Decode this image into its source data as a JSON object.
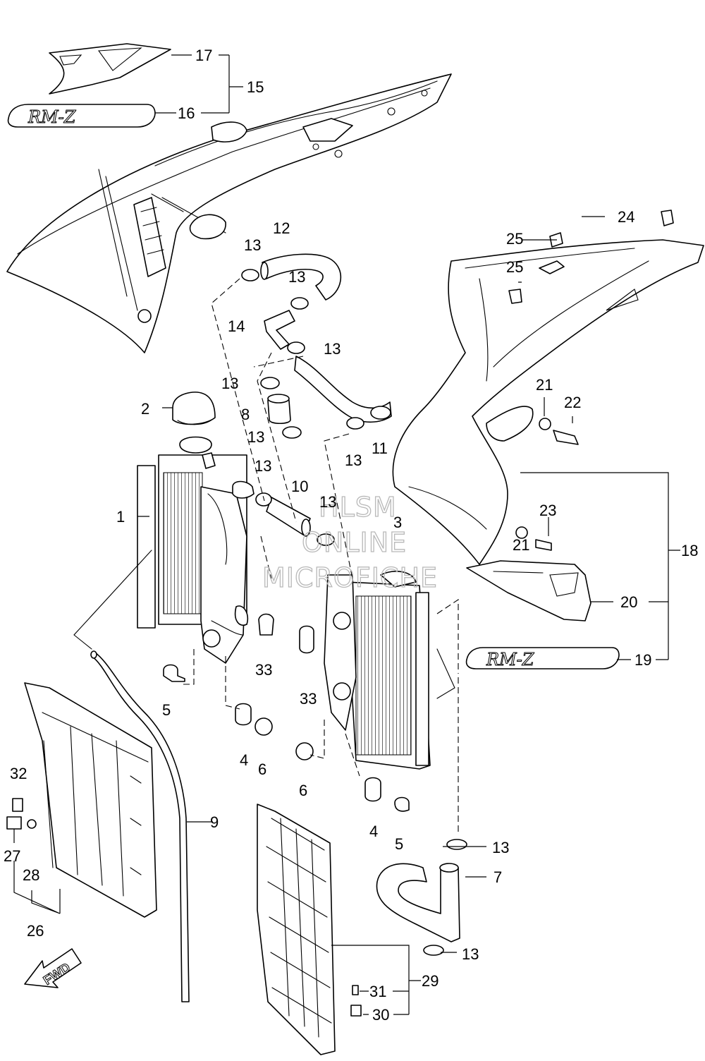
{
  "diagram": {
    "type": "exploded-parts-diagram",
    "watermark": [
      "HLSM",
      "ONLINE",
      "MICROFICHE"
    ],
    "fwd_label": "FWD",
    "badge_text": "RM-Z",
    "parts": [
      {
        "id": "p1",
        "text": "1"
      },
      {
        "id": "p2",
        "text": "2"
      },
      {
        "id": "p3",
        "text": "3"
      },
      {
        "id": "p4a",
        "text": "4"
      },
      {
        "id": "p4b",
        "text": "4"
      },
      {
        "id": "p5a",
        "text": "5"
      },
      {
        "id": "p5b",
        "text": "5"
      },
      {
        "id": "p6a",
        "text": "6"
      },
      {
        "id": "p6b",
        "text": "6"
      },
      {
        "id": "p7",
        "text": "7"
      },
      {
        "id": "p8",
        "text": "8"
      },
      {
        "id": "p9",
        "text": "9"
      },
      {
        "id": "p10",
        "text": "10"
      },
      {
        "id": "p11",
        "text": "11"
      },
      {
        "id": "p12",
        "text": "12"
      },
      {
        "id": "p13a",
        "text": "13"
      },
      {
        "id": "p13b",
        "text": "13"
      },
      {
        "id": "p13c",
        "text": "13"
      },
      {
        "id": "p13d",
        "text": "13"
      },
      {
        "id": "p13e",
        "text": "13"
      },
      {
        "id": "p13f",
        "text": "13"
      },
      {
        "id": "p13g",
        "text": "13"
      },
      {
        "id": "p13h",
        "text": "13"
      },
      {
        "id": "p13i",
        "text": "13"
      },
      {
        "id": "p13j",
        "text": "13"
      },
      {
        "id": "p14",
        "text": "14"
      },
      {
        "id": "p15",
        "text": "15"
      },
      {
        "id": "p16",
        "text": "16"
      },
      {
        "id": "p17",
        "text": "17"
      },
      {
        "id": "p18",
        "text": "18"
      },
      {
        "id": "p19",
        "text": "19"
      },
      {
        "id": "p20",
        "text": "20"
      },
      {
        "id": "p21a",
        "text": "21"
      },
      {
        "id": "p21b",
        "text": "21"
      },
      {
        "id": "p22",
        "text": "22"
      },
      {
        "id": "p23",
        "text": "23"
      },
      {
        "id": "p24",
        "text": "24"
      },
      {
        "id": "p25a",
        "text": "25"
      },
      {
        "id": "p25b",
        "text": "25"
      },
      {
        "id": "p26",
        "text": "26"
      },
      {
        "id": "p27",
        "text": "27"
      },
      {
        "id": "p28",
        "text": "28"
      },
      {
        "id": "p29",
        "text": "29"
      },
      {
        "id": "p30",
        "text": "30"
      },
      {
        "id": "p31",
        "text": "31"
      },
      {
        "id": "p32",
        "text": "32"
      },
      {
        "id": "p33a",
        "text": "33"
      },
      {
        "id": "p33b",
        "text": "33"
      }
    ]
  }
}
